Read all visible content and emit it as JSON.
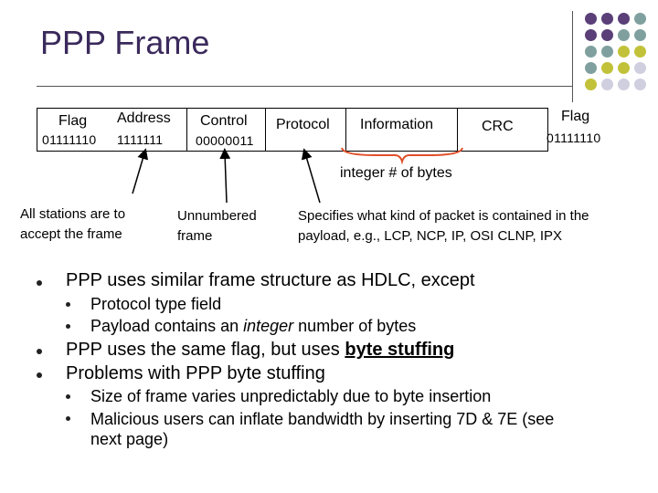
{
  "title": "PPP Frame",
  "frame": {
    "flag_start": {
      "label": "Flag",
      "value": "01111110"
    },
    "address": {
      "label": "Address",
      "value": "1111111"
    },
    "control": {
      "label": "Control",
      "value": "00000011"
    },
    "protocol": {
      "label": "Protocol"
    },
    "information": {
      "label": "Information"
    },
    "crc": {
      "label": "CRC"
    },
    "flag_end": {
      "label": "Flag",
      "value": "01111110"
    },
    "brace_note": "integer # of bytes"
  },
  "annotations": {
    "address_note": [
      "All stations are to",
      "accept the frame"
    ],
    "control_note": [
      "Unnumbered",
      "frame"
    ],
    "protocol_note": [
      "Specifies what kind of packet is contained in the",
      "payload, e.g.,  LCP, NCP, IP, OSI CLNP, IPX"
    ]
  },
  "bullets": {
    "b1": "PPP uses similar frame structure as HDLC, except",
    "b1_sub1": "Protocol type field",
    "b1_sub2_pre": "Payload contains an ",
    "b1_sub2_em": "integer",
    "b1_sub2_post": " number of bytes",
    "b2_pre": "PPP uses the same flag, but uses ",
    "b2_em": "byte stuffing",
    "b3": "Problems with PPP byte stuffing",
    "b3_sub1": "Size of frame varies unpredictably due to byte insertion",
    "b3_sub2_line1": "Malicious users can inflate bandwidth by inserting 7D & 7E (see",
    "b3_sub2_line2": "next page)"
  },
  "colors": {
    "title": "#3b2a5c",
    "dot_purple": "#5a3f78",
    "dot_teal": "#7fa09e",
    "dot_olive": "#c2c23a",
    "dot_lavender": "#cfcfe0",
    "brace": "#e0502a"
  }
}
